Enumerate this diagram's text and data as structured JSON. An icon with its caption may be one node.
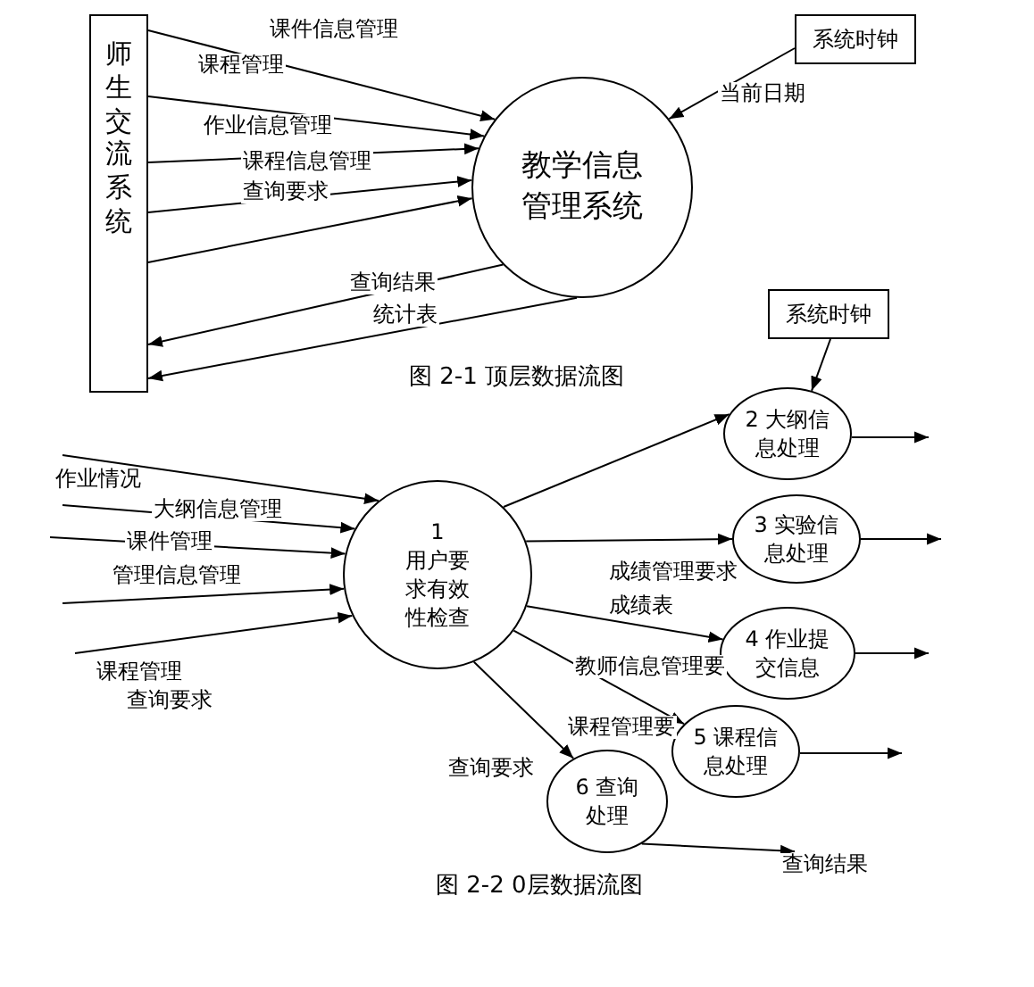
{
  "diagram": {
    "nodes": [
      {
        "text": [
          "师生交流系统"
        ]
      },
      {
        "text": [
          "教学信息管理系统"
        ]
      },
      {
        "text": [
          "系统时钟"
        ]
      },
      {
        "text": [
          "系统时钟"
        ]
      },
      {
        "text": [
          "1",
          "用户要求有效性检查"
        ]
      },
      {
        "text": [
          "2 大纲信息处理"
        ]
      },
      {
        "text": [
          "3 实验信息处理"
        ]
      },
      {
        "text": [
          "4 作业提交信息"
        ]
      },
      {
        "text": [
          "5 课程信息处理"
        ]
      },
      {
        "text": [
          "6 查询处理"
        ]
      }
    ],
    "edges": [
      {
        "from": 0,
        "to": 1,
        "arrow": "to",
        "label": "课件信息管理"
      },
      {
        "from": 0,
        "to": 1,
        "arrow": "to",
        "label": "课程管理"
      },
      {
        "from": 0,
        "to": 1,
        "arrow": "to",
        "label": "作业信息管理"
      },
      {
        "from": 0,
        "to": 1,
        "arrow": "to",
        "label": "课程信息管理"
      },
      {
        "from": 0,
        "to": 1,
        "arrow": "to",
        "label": "查询要求"
      },
      {
        "from": 1,
        "to": 0,
        "arrow": "to",
        "label": "查询结果"
      },
      {
        "from": 1,
        "to": 0,
        "arrow": "to",
        "label": "统计表"
      },
      {
        "from": 2,
        "to": 1,
        "arrow": "to",
        "label": "当前日期"
      },
      {
        "from": 3,
        "to": 5,
        "arrow": "to"
      },
      {
        "from": null,
        "to": 4,
        "arrow": "to",
        "label": "作业情况"
      },
      {
        "from": null,
        "to": 4,
        "arrow": "to",
        "label": "大纲信息管理"
      },
      {
        "from": null,
        "to": 4,
        "arrow": "to",
        "label": "课件管理"
      },
      {
        "from": null,
        "to": 4,
        "arrow": "to",
        "label": "管理信息管理"
      },
      {
        "from": null,
        "to": 4,
        "arrow": "to",
        "label": "课程管理"
      },
      {
        "from": 4,
        "to": 5,
        "arrow": "to"
      },
      {
        "from": 4,
        "to": 6,
        "arrow": "to"
      },
      {
        "from": 4,
        "to": 7,
        "arrow": "to"
      },
      {
        "from": 4,
        "to": 8,
        "arrow": "to"
      },
      {
        "from": 4,
        "to": 9,
        "arrow": "to"
      },
      {
        "from": 5,
        "to": null,
        "arrow": "to"
      },
      {
        "from": 6,
        "to": null,
        "arrow": "to"
      },
      {
        "from": 7,
        "to": null,
        "arrow": "to"
      },
      {
        "from": 8,
        "to": null,
        "arrow": "to"
      },
      {
        "from": 9,
        "to": null,
        "arrow": "to",
        "label": "查询结果"
      }
    ],
    "labels": [
      "图 2-1   顶层数据流图",
      "成绩管理要求",
      "成绩表",
      "教师信息管理要",
      "查询要求",
      "课程管理要",
      "查询要求",
      "图 2-2   0层数据流图"
    ]
  }
}
